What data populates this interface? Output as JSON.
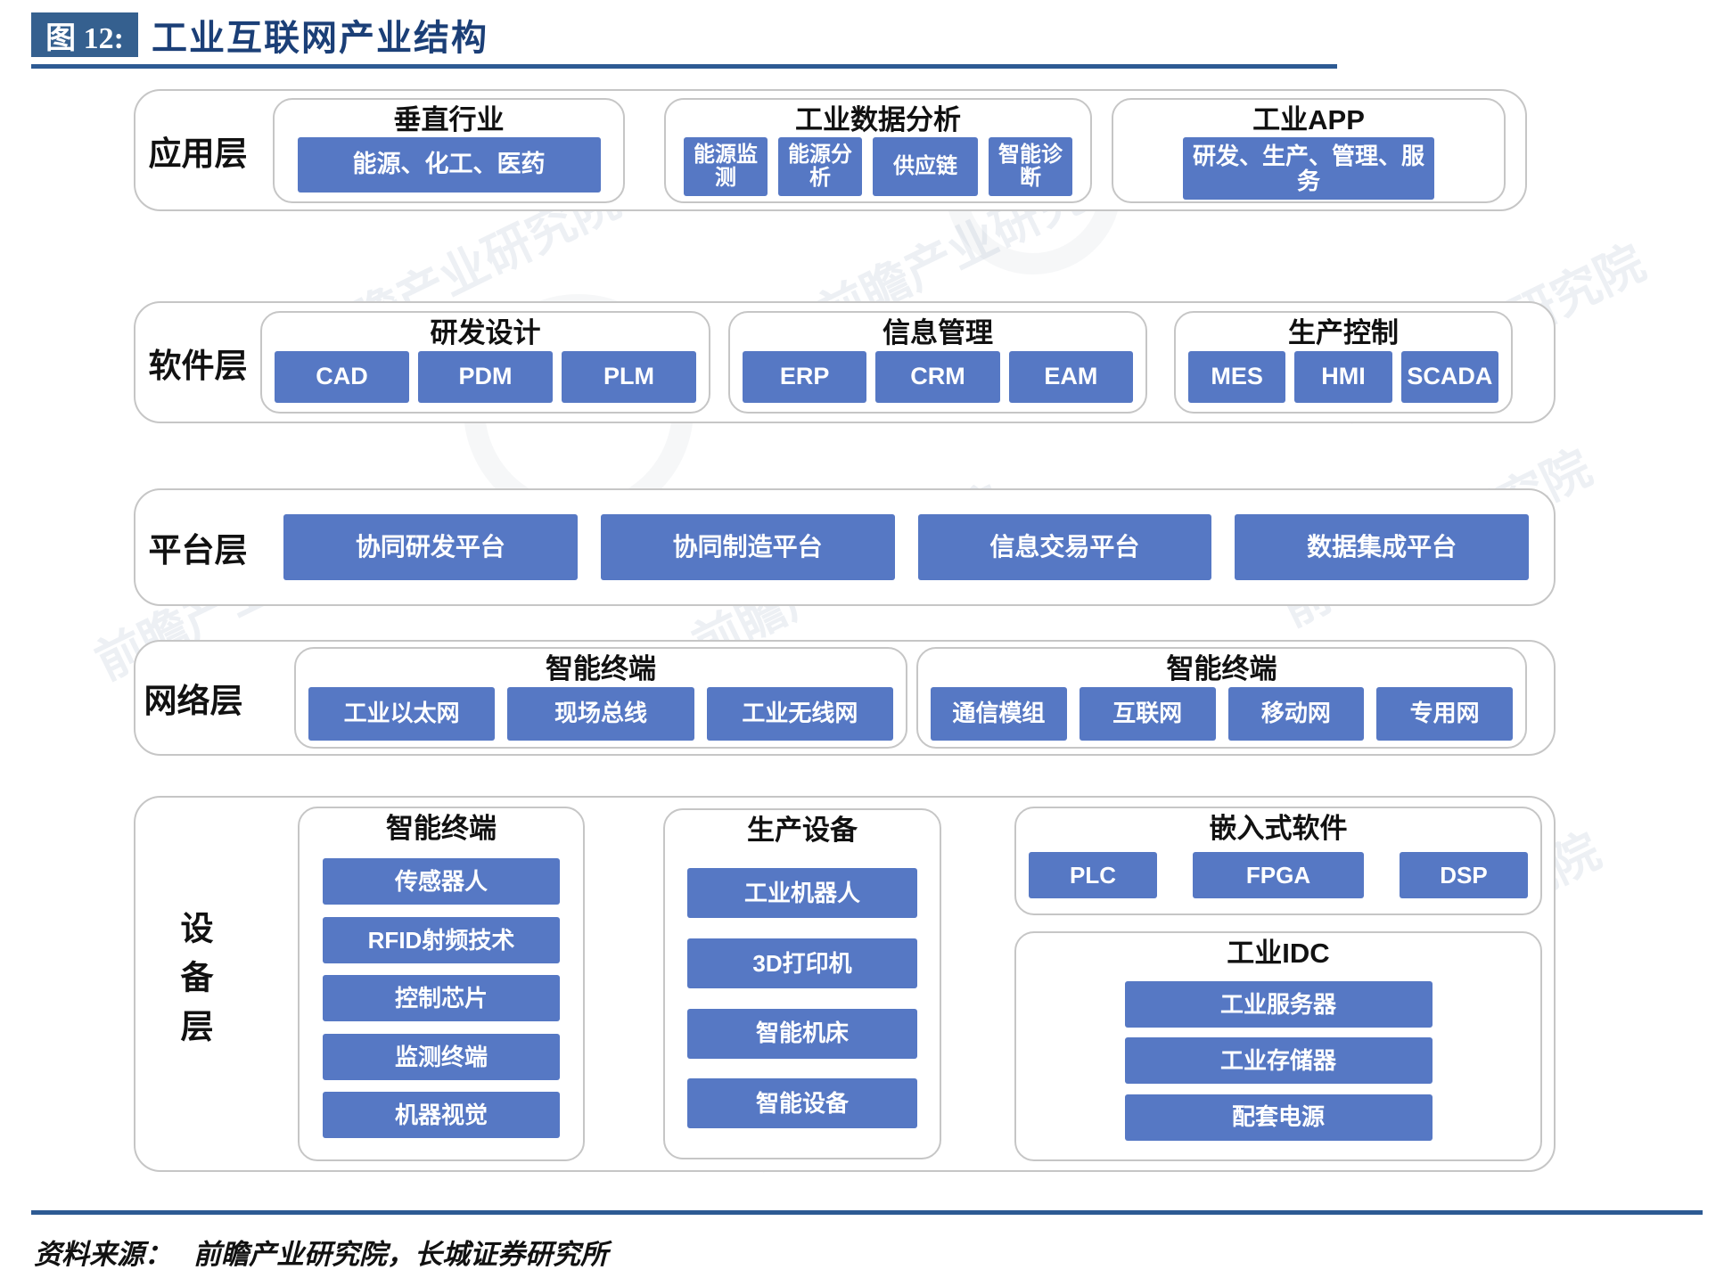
{
  "figure": {
    "tag": "图 12:",
    "title": "工业互联网产业结构"
  },
  "layers": [
    {
      "label": "应用层",
      "groups": [
        {
          "title": "垂直行业",
          "items": [
            "能源、化工、医药"
          ]
        },
        {
          "title": "工业数据分析",
          "items": [
            "能源监测",
            "能源分析",
            "供应链",
            "智能诊断"
          ]
        },
        {
          "title": "工业APP",
          "items": [
            "研发、生产、管理、服务"
          ]
        }
      ]
    },
    {
      "label": "软件层",
      "groups": [
        {
          "title": "研发设计",
          "items": [
            "CAD",
            "PDM",
            "PLM"
          ]
        },
        {
          "title": "信息管理",
          "items": [
            "ERP",
            "CRM",
            "EAM"
          ]
        },
        {
          "title": "生产控制",
          "items": [
            "MES",
            "HMI",
            "SCADA"
          ]
        }
      ]
    },
    {
      "label": "平台层",
      "items": [
        "协同研发平台",
        "协同制造平台",
        "信息交易平台",
        "数据集成平台"
      ]
    },
    {
      "label": "网络层",
      "groups": [
        {
          "title": "智能终端",
          "items": [
            "工业以太网",
            "现场总线",
            "工业无线网"
          ]
        },
        {
          "title": "智能终端",
          "items": [
            "通信模组",
            "互联网",
            "移动网",
            "专用网"
          ]
        }
      ]
    },
    {
      "label": "设备层",
      "groups": [
        {
          "title": "智能终端",
          "items": [
            "传感器人",
            "RFID射频技术",
            "控制芯片",
            "监测终端",
            "机器视觉"
          ]
        },
        {
          "title": "生产设备",
          "items": [
            "工业机器人",
            "3D打印机",
            "智能机床",
            "智能设备"
          ]
        },
        {
          "title": "嵌入式软件",
          "items": [
            "PLC",
            "FPGA",
            "DSP"
          ]
        },
        {
          "title": "工业IDC",
          "items": [
            "工业服务器",
            "工业存储器",
            "配套电源"
          ]
        }
      ]
    }
  ],
  "source": {
    "label": "资料来源：",
    "text": "前瞻产业研究院，长城证券研究所"
  },
  "watermark": {
    "text": "前瞻产业研究院"
  },
  "colors": {
    "node_blue": "#5678c4",
    "title_bar_bg": "#35608f",
    "title_text": "#1b3f77",
    "rule_line": "#2d5a93",
    "border_gray": "#c6c6c6"
  }
}
